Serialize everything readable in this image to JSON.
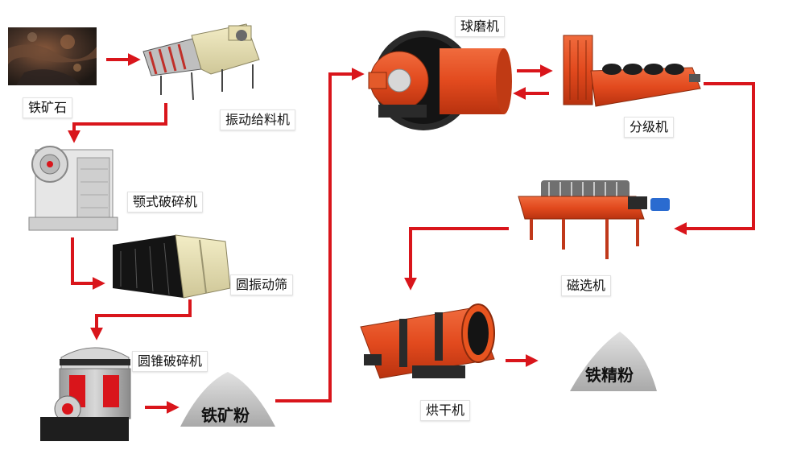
{
  "nodes": {
    "iron_ore": "铁矿石",
    "vibrating_feeder": "振动给料机",
    "jaw_crusher": "颚式破碎机",
    "circular_vibrating_screen": "圆振动筛",
    "cone_crusher": "圆锥破碎机",
    "iron_ore_powder": "铁矿粉",
    "ball_mill": "球磨机",
    "classifier": "分级机",
    "magnetic_separator": "磁选机",
    "dryer": "烘干机",
    "iron_concentrate": "铁精粉"
  },
  "colors": {
    "arrow": "#d9151b",
    "machine_orange": "#e8421b",
    "gear_dark": "#2a2a2a",
    "pile_gray": "#b8b8b8"
  }
}
